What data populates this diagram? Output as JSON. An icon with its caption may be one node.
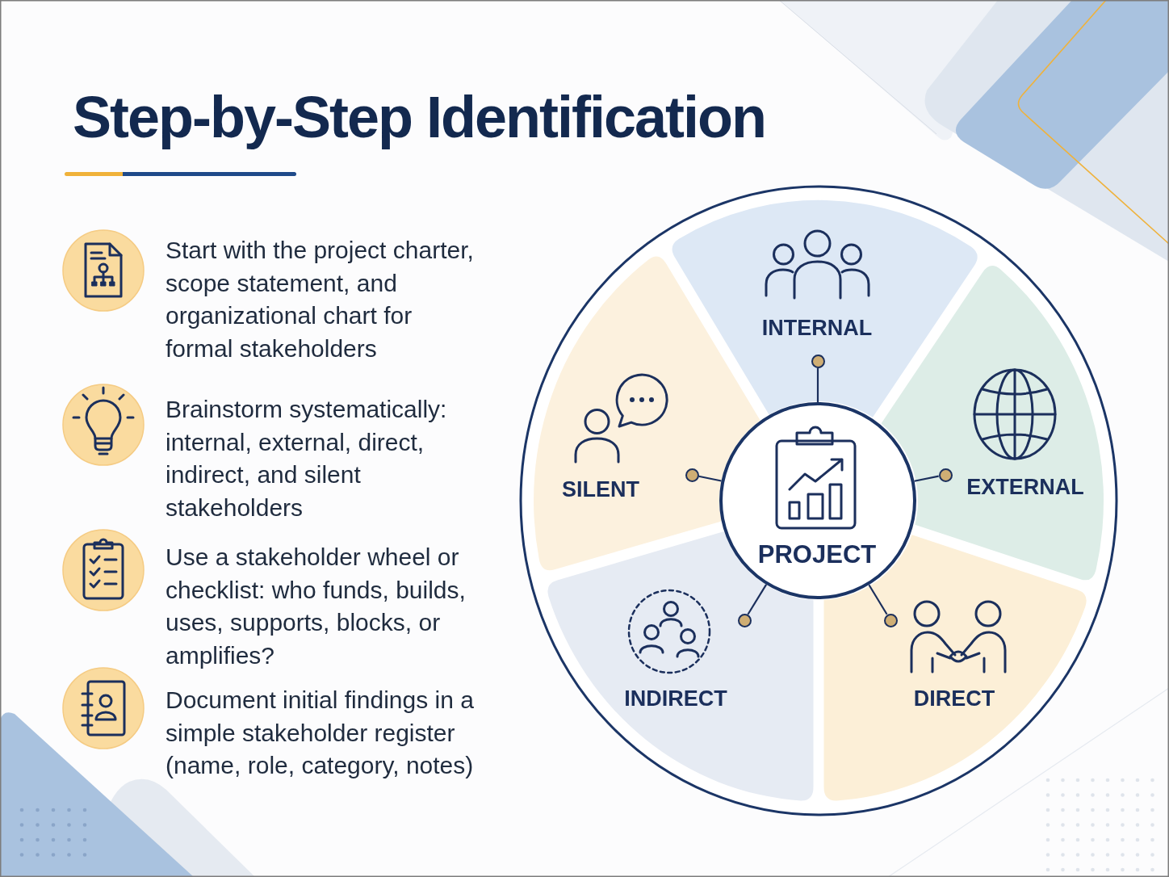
{
  "diagram": {
    "title": "Step-by-Step Identification",
    "nodes": [
      {
        "text": [
          "INTERNAL"
        ]
      },
      {
        "text": [
          "SILENT"
        ]
      },
      {
        "text": [
          "PROJECT"
        ]
      },
      {
        "text": [
          "EXTERNAL"
        ]
      },
      {
        "text": [
          "INDIRECT"
        ]
      },
      {
        "text": [
          "DIRECT"
        ]
      },
      {
        "text": [],
        "shape": "circle",
        "in": 0
      },
      {
        "text": [],
        "shape": "circle",
        "in": 1
      },
      {
        "text": [],
        "shape": "circle",
        "in": 3
      },
      {
        "text": [],
        "shape": "circle",
        "in": 4
      },
      {
        "text": [],
        "shape": "circle",
        "in": 5
      }
    ],
    "edges": [
      {
        "from": 2,
        "to": 6,
        "arrow": "none"
      },
      {
        "from": 2,
        "to": 7,
        "arrow": "none"
      },
      {
        "from": 2,
        "to": 8,
        "arrow": "none"
      },
      {
        "from": 2,
        "to": 9,
        "arrow": "none"
      },
      {
        "from": 2,
        "to": 10,
        "arrow": "none"
      }
    ],
    "labels": [
      "Start with the project charter, scope statement, and organizational chart for formal stakeholders",
      "Brainstorm systematically: internal, external, direct, indirect, and silent stakeholders",
      "Use a stakeholder wheel or checklist: who funds, builds, uses, supports, blocks, or amplifies?",
      "Document initial findings in a simple stakeholder register (name, role, category, notes)"
    ]
  }
}
